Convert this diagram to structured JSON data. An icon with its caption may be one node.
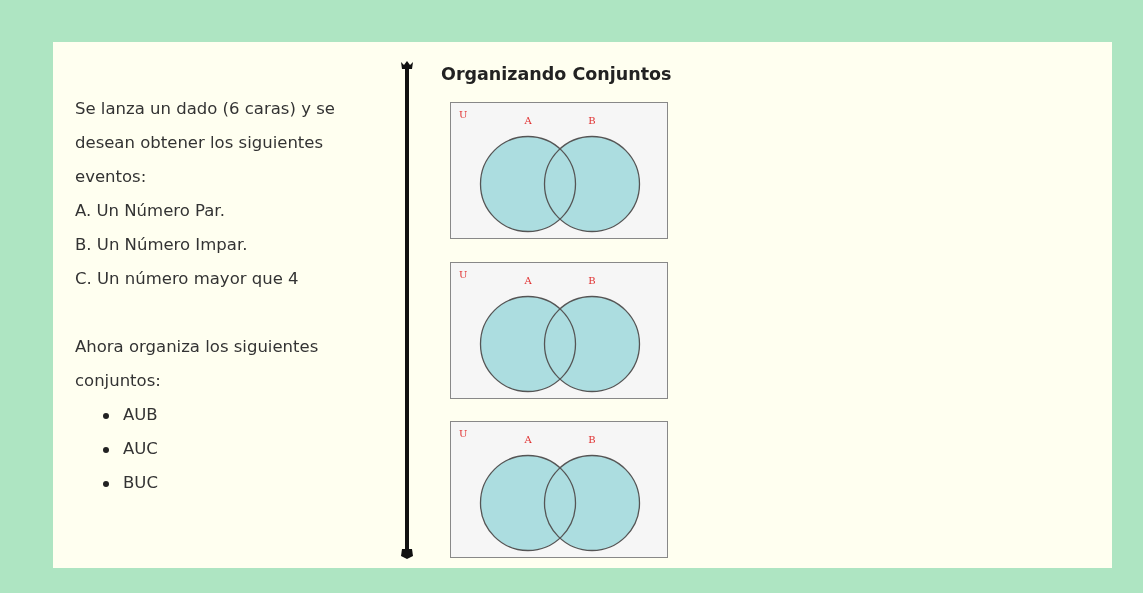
{
  "diagram": {
    "title": "Organizando Conjuntos",
    "nodes": [
      {
        "text": [
          "U"
        ]
      },
      {
        "text": [
          "A"
        ],
        "in": 0
      },
      {
        "text": [
          "B"
        ],
        "in": 0
      },
      {
        "text": [
          "U"
        ]
      },
      {
        "text": [
          "A"
        ],
        "in": 3
      },
      {
        "text": [
          "B"
        ],
        "in": 3
      },
      {
        "text": [
          "U"
        ]
      },
      {
        "text": [
          "A"
        ],
        "in": 6
      },
      {
        "text": [
          "B"
        ],
        "in": 6
      }
    ],
    "labels": [
      "Se lanza un dado (6 caras) y se desean obtener los siguientes eventos:",
      "A. Un Número Par.",
      "B. Un Número Impar.",
      "C. Un número mayor que 4",
      "Ahora organiza los siguientes conjuntos:",
      "AUB",
      "AUC",
      "BUC"
    ]
  }
}
